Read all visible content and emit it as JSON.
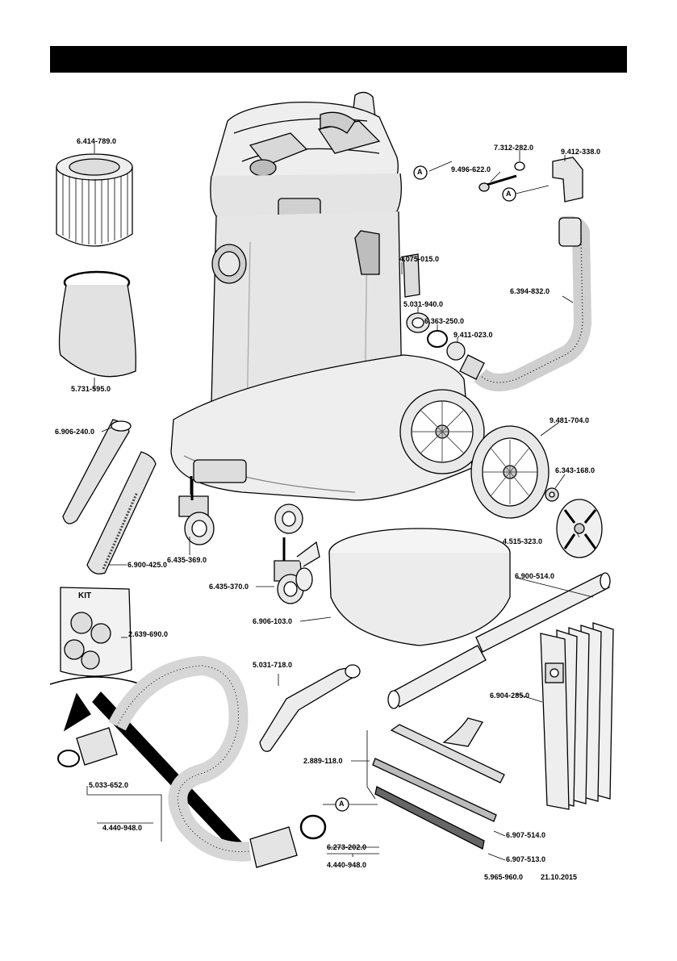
{
  "header": {
    "bar_color": "#000000"
  },
  "callout_marker": "A",
  "kit_label": "KIT",
  "parts": {
    "cartridge_filter": "6.414-789.0",
    "filter_bag": "5.731-595.0",
    "crevice_nozzle": "6.906-240.0",
    "brush_nozzle": "6.900-425.0",
    "castor_a": "6.435-369.0",
    "castor_b": "6.435-370.0",
    "cover_sheet": "6.906-103.0",
    "adapter_kit": "2.639-690.0",
    "bend": "5.031-718.0",
    "suction_tube": "6.900-514.0",
    "paper_bags": "6.904-285.0",
    "floor_nozzle": "2.889-118.0",
    "rubber_strip": "6.907-514.0",
    "brush_strip": "6.907-513.0",
    "ring_a": "5.033-652.0",
    "hose_left": "4.440-948.0",
    "hose_bottom": "4.440-948.0",
    "ring_b": "6.273-202.0",
    "latch": "4.075-015.0",
    "bayonet_nut": "5.031-940.0",
    "o_ring": "6.363-250.0",
    "adapter": "9.411-023.0",
    "hose_right": "6.394-832.0",
    "washer": "7.312-282.0",
    "screw": "9.496-622.0",
    "elbow": "9.412-338.0",
    "wheel": "9.481-704.0",
    "clip": "6.343-168.0",
    "hub_cap": "4.515-323.0"
  },
  "footer": {
    "doc_number": "5.965-960.0",
    "date": "21.10.2015"
  }
}
